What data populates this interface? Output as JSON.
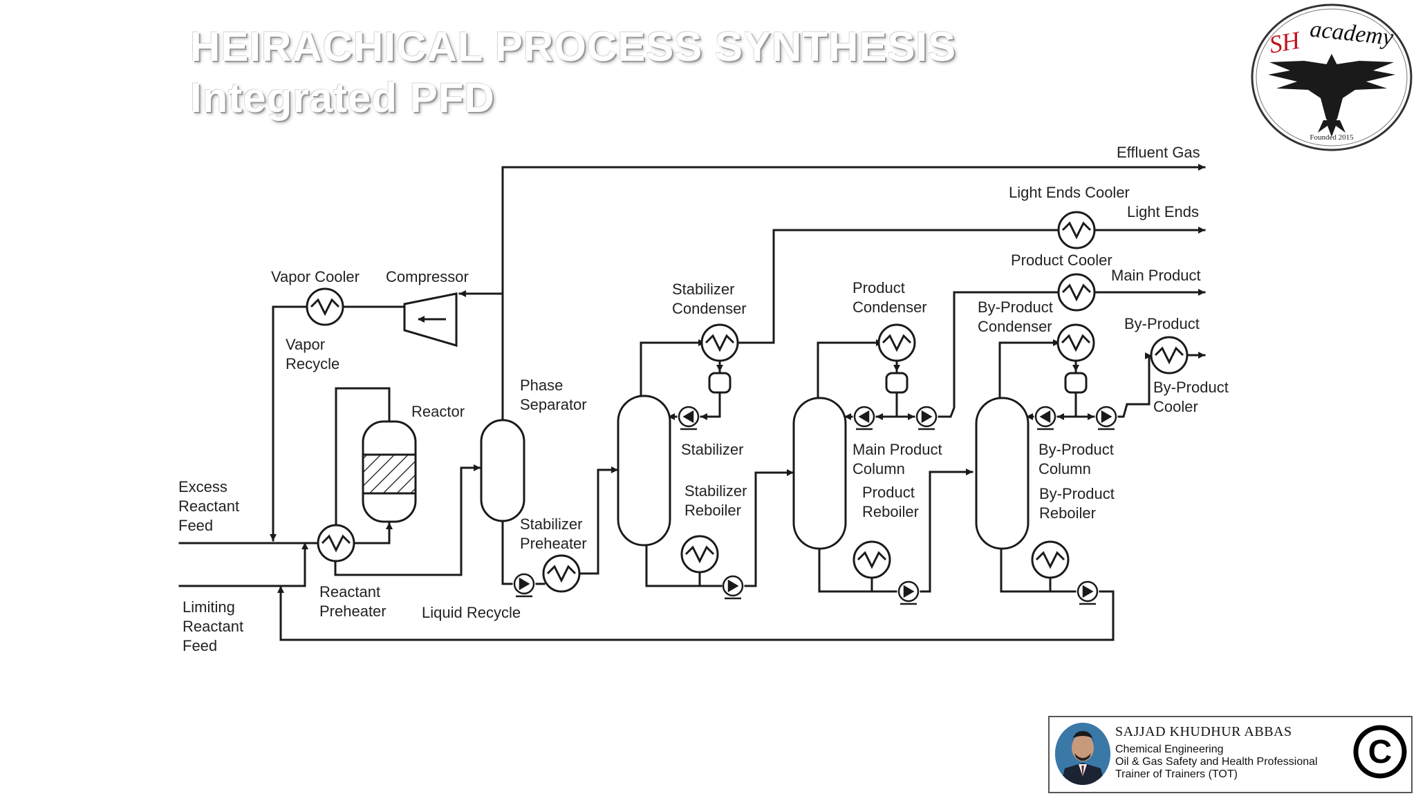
{
  "header": {
    "title_line1": "HEIRACHICAL PROCESS SYNTHESIS",
    "title_line2": "Integrated PFD"
  },
  "logo": {
    "brand": "SHacademy",
    "tagline": "Founded 2015"
  },
  "diagram": {
    "labels": {
      "effluent_gas": "Effluent Gas",
      "light_ends_cooler": "Light Ends Cooler",
      "light_ends": "Light Ends",
      "product_cooler": "Product Cooler",
      "main_product": "Main Product",
      "vapor_cooler": "Vapor Cooler",
      "compressor": "Compressor",
      "stabilizer_condenser_1": "Stabilizer",
      "stabilizer_condenser_2": "Condenser",
      "product_condenser_1": "Product",
      "product_condenser_2": "Condenser",
      "byproduct_condenser_1": "By-Product",
      "byproduct_condenser_2": "Condenser",
      "byproduct": "By-Product",
      "vapor_recycle_1": "Vapor",
      "vapor_recycle_2": "Recycle",
      "phase_separator_1": "Phase",
      "phase_separator_2": "Separator",
      "reactor": "Reactor",
      "byproduct_cooler_1": "By-Product",
      "byproduct_cooler_2": "Cooler",
      "stabilizer": "Stabilizer",
      "main_product_column_1": "Main Product",
      "main_product_column_2": "Column",
      "byproduct_column_1": "By-Product",
      "byproduct_column_2": "Column",
      "excess_feed_1": "Excess",
      "excess_feed_2": "Reactant",
      "excess_feed_3": "Feed",
      "stabilizer_reboiler_1": "Stabilizer",
      "stabilizer_reboiler_2": "Reboiler",
      "product_reboiler_1": "Product",
      "product_reboiler_2": "Reboiler",
      "byproduct_reboiler_1": "By-Product",
      "byproduct_reboiler_2": "Reboiler",
      "stabilizer_preheater_1": "Stabilizer",
      "stabilizer_preheater_2": "Preheater",
      "reactant_preheater_1": "Reactant",
      "reactant_preheater_2": "Preheater",
      "liquid_recycle": "Liquid Recycle",
      "limiting_feed_1": "Limiting",
      "limiting_feed_2": "Reactant",
      "limiting_feed_3": "Feed"
    }
  },
  "author": {
    "name": "SAJJAD KHUDHUR ABBAS",
    "role1": "Chemical Engineering",
    "role2": "Oil & Gas Safety and Health Professional",
    "role3": "Trainer of Trainers (TOT)",
    "copyright_symbol": "©"
  }
}
